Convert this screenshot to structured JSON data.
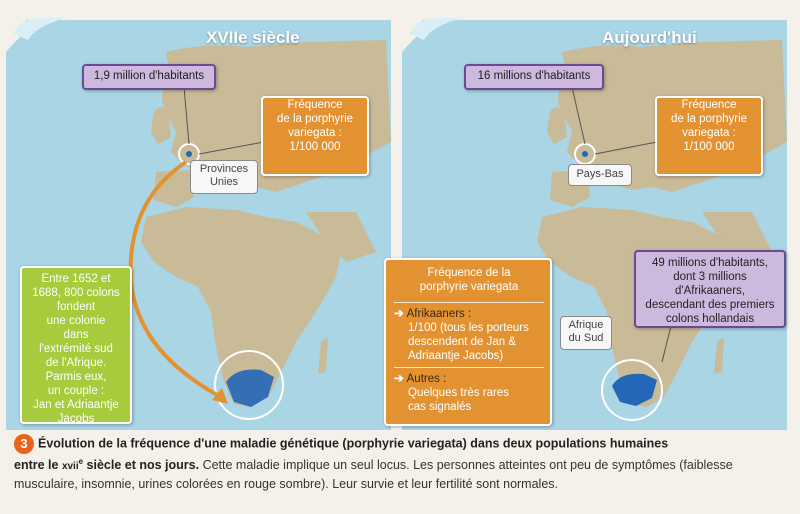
{
  "left": {
    "title": "XVIIe siècle",
    "population_box": "1,9 million d'habitants",
    "frequency_box": [
      "Fréquence",
      "de la porphyrie",
      "variegata :",
      "1/100 000"
    ],
    "region_label": [
      "Provinces",
      "Unies"
    ],
    "colony_box": [
      "Entre 1652 et",
      "1688, 800 colons",
      "fondent",
      "une colonie",
      "dans",
      "l'extrémité sud",
      "de l'Afrique.",
      "Parmis eux,",
      "un couple :",
      "Jan et Adriaantje",
      "Jacobs"
    ]
  },
  "right": {
    "title": "Aujourd'hui",
    "population_box": "16 millions d'habitants",
    "frequency_box": [
      "Fréquence",
      "de la porphyrie",
      "variegata :",
      "1/100 000"
    ],
    "region_label": "Pays-Bas",
    "africa_label": [
      "Afrique",
      "du Sud"
    ],
    "freq_africa": {
      "title": [
        "Fréquence de la",
        "porphyrie variegata"
      ],
      "afrikaaners_head": "Afrikaaners :",
      "afrikaaners_text": [
        "1/100 (tous les porteurs",
        "descendent de Jan &",
        "Adriaantje Jacobs)"
      ],
      "autres_head": "Autres :",
      "autres_text": [
        "Quelques très rares",
        "cas signalés"
      ]
    },
    "sa_population_box": [
      "49 millions d'habitants,",
      "dont 3 millions",
      "d'Afrikaaners,",
      "descendant des premiers",
      "colons hollandais"
    ]
  },
  "caption": {
    "number": "3",
    "bold_a": "Évolution de la fréquence d'une maladie génétique (porphyrie variegata) dans deux populations humaines",
    "bold_b": "entre le ",
    "century": "xvii",
    "sup": "e",
    "bold_c": " siècle et nos jours.",
    "text": " Cette maladie implique un seul locus. Les personnes atteintes ont peu de symptômes (faiblesse musculaire, insomnie, urines colorées en rouge sombre). Leur survie et leur fertilité sont normales."
  },
  "colors": {
    "sea": "#a9d5e5",
    "land": "#c9ba98",
    "orange": "#e39232",
    "purple": "#cdb8de",
    "green": "#a6cb3c",
    "highlight": "#2466b8"
  }
}
